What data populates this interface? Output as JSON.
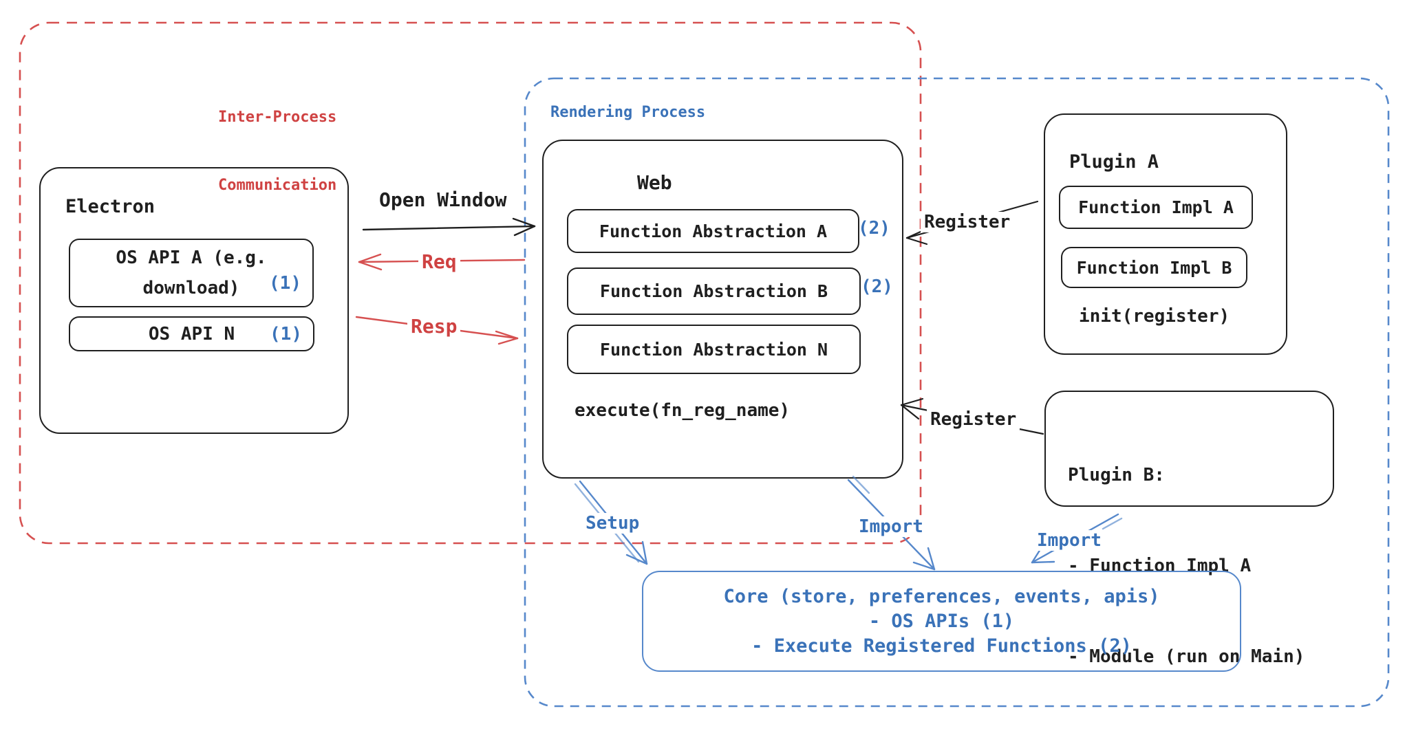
{
  "colors": {
    "black": "#1f1f1f",
    "red_text": "#cf4242",
    "red_stroke": "#d65050",
    "blue_text": "#3a72b8",
    "blue_stroke": "#5688cb"
  },
  "groups": {
    "ipc": {
      "title_line1": "Inter-Process",
      "title_line2": "Communication"
    },
    "rendering": {
      "title": "Rendering Process"
    }
  },
  "electron": {
    "title": "Electron",
    "api_a_line1": "OS API A (e.g.",
    "api_a_line2": "download)",
    "api_a_badge": "(1)",
    "api_n_label": "OS API N",
    "api_n_badge": "(1)"
  },
  "web": {
    "title": "Web",
    "fn_a": "Function Abstraction A",
    "fn_a_badge": "(2)",
    "fn_b": "Function Abstraction B",
    "fn_b_badge": "(2)",
    "fn_n": "Function Abstraction N",
    "execute": "execute(fn_reg_name)"
  },
  "plugin_a": {
    "title": "Plugin A",
    "impl_a": "Function Impl A",
    "impl_b": "Function Impl B",
    "init": "init(register)"
  },
  "plugin_b": {
    "title": "Plugin B:",
    "item1": "- Function Impl A",
    "item2": "- Module (run on Main)"
  },
  "core": {
    "line1": "Core (store, preferences, events, apis)",
    "line2": "- OS APIs (1)",
    "line3": "- Execute Registered Functions (2)"
  },
  "arrows": {
    "open_window": "Open Window",
    "req": "Req",
    "resp": "Resp",
    "register_a": "Register",
    "register_b": "Register",
    "setup": "Setup",
    "import_web": "Import",
    "import_plugin": "Import"
  }
}
